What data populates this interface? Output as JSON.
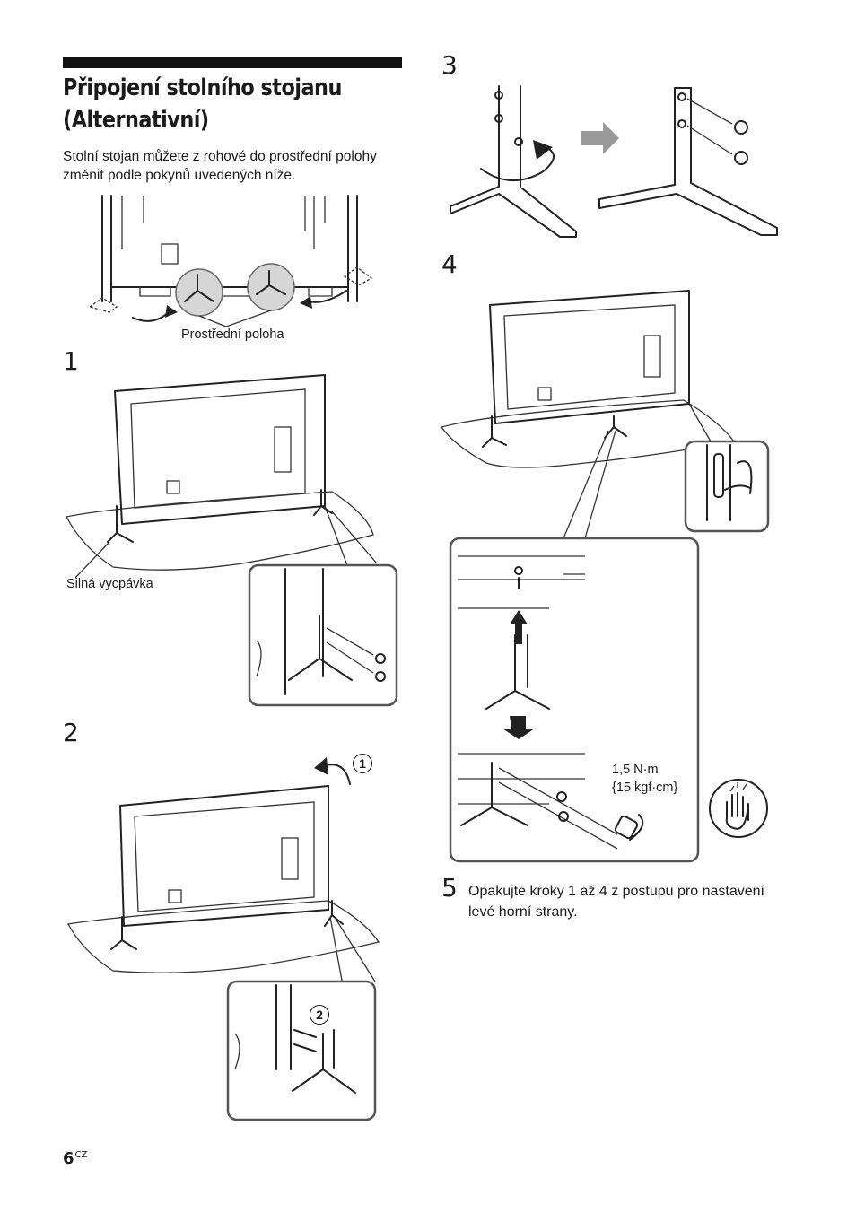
{
  "page": {
    "title_line1": "Připojení stolního stojanu",
    "title_line2": "(Alternativní)",
    "intro": "Stolní stojan můžete z rohové do prostřední polohy změnit podle pokynů uvedených níže.",
    "middle_position_label": "Prostřední poloha",
    "soft_cloth_label": "Silná vycpávka",
    "torque_line1": "1,5 N·m",
    "torque_line2": "{15 kgf·cm}",
    "step5_text": "Opakujte kroky 1 až 4 z postupu pro nastavení levé horní strany.",
    "page_number": "6",
    "page_suffix": "CZ"
  },
  "steps": [
    "1",
    "2",
    "3",
    "4",
    "5"
  ],
  "sub_steps": [
    "1",
    "2"
  ],
  "icons": [
    "rotate-arrow-icon",
    "move-arrow-icon",
    "screw-icon",
    "screwdriver-icon",
    "caution-hand-icon"
  ],
  "colors": {
    "rule": "#111111",
    "callout_border": "#555555",
    "highlight": "#d6d6d6",
    "arrow_gray": "#9a9a9a"
  }
}
